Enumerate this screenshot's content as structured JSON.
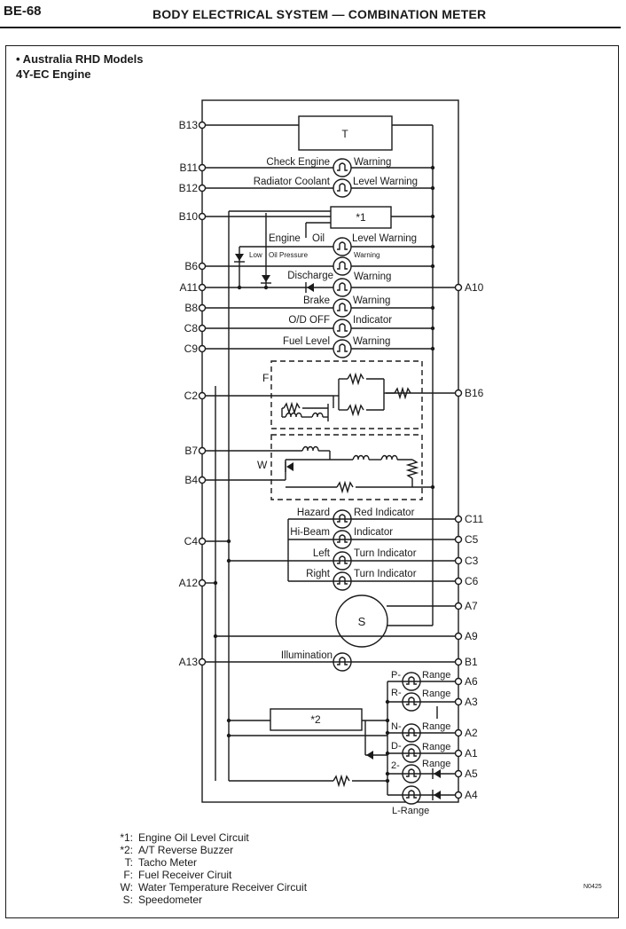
{
  "header": {
    "page_number": "BE-68",
    "title": "BODY ELECTRICAL SYSTEM — COMBINATION METER"
  },
  "section": {
    "line1": "• Australia RHD Models",
    "line2": "4Y-EC Engine"
  },
  "terminals": {
    "left": [
      "B13",
      "B11",
      "B12",
      "B10",
      "B6",
      "A11",
      "B8",
      "C8",
      "C9",
      "C2",
      "B7",
      "B4",
      "C4",
      "A12",
      "A13"
    ],
    "right": [
      "A10",
      "B16",
      "C11",
      "C5",
      "C3",
      "C6",
      "A7",
      "A9",
      "B1",
      "A6",
      "A3",
      "A2",
      "A1",
      "A5",
      "A4"
    ]
  },
  "blocks": {
    "tacho": "T",
    "engine_oil_circuit": "*1",
    "reverse_buzzer": "*2",
    "speedometer": "S",
    "fuel_receiver": "F",
    "water_temp_receiver": "W"
  },
  "indicator_labels": {
    "check_engine": "Check Engine",
    "check_engine_r": "Warning",
    "radiator": "Radiator Coolant",
    "radiator_r": "Level Warning",
    "engine": "Engine",
    "oil": "Oil",
    "oil_level": "Level Warning",
    "low": "Low",
    "oil_pressure": "Oil Pressure",
    "warning_small": "Warning",
    "discharge": "Discharge",
    "discharge_r": "Warning",
    "brake": "Brake",
    "brake_r": "Warning",
    "od_off": "O/D OFF",
    "od_off_r": "Indicator",
    "fuel_level": "Fuel Level",
    "fuel_level_r": "Warning",
    "hazard": "Hazard",
    "hazard_r": "Red Indicator",
    "hibeam": "Hi-Beam",
    "hibeam_r": "Indicator",
    "left": "Left",
    "left_r": "Turn Indicator",
    "right": "Right",
    "right_r": "Turn Indicator",
    "illumination": "Illumination",
    "p": "P-",
    "r": "R-",
    "n": "N-",
    "d": "D-",
    "two": "2-",
    "range": "Range",
    "l_range": "L-Range"
  },
  "legend": [
    {
      "key": "*1:",
      "text": "Engine Oil Level Circuit"
    },
    {
      "key": "*2:",
      "text": "A/T Reverse Buzzer"
    },
    {
      "key": "T:",
      "text": "Tacho Meter"
    },
    {
      "key": "F:",
      "text": "Fuel Receiver Ciruit"
    },
    {
      "key": "W:",
      "text": "Water Temperature Receiver Circuit"
    },
    {
      "key": "S:",
      "text": "Speedometer"
    }
  ],
  "doc_code": "N0425",
  "colors": {
    "ink": "#1a1a1a",
    "paper": "#ffffff"
  }
}
